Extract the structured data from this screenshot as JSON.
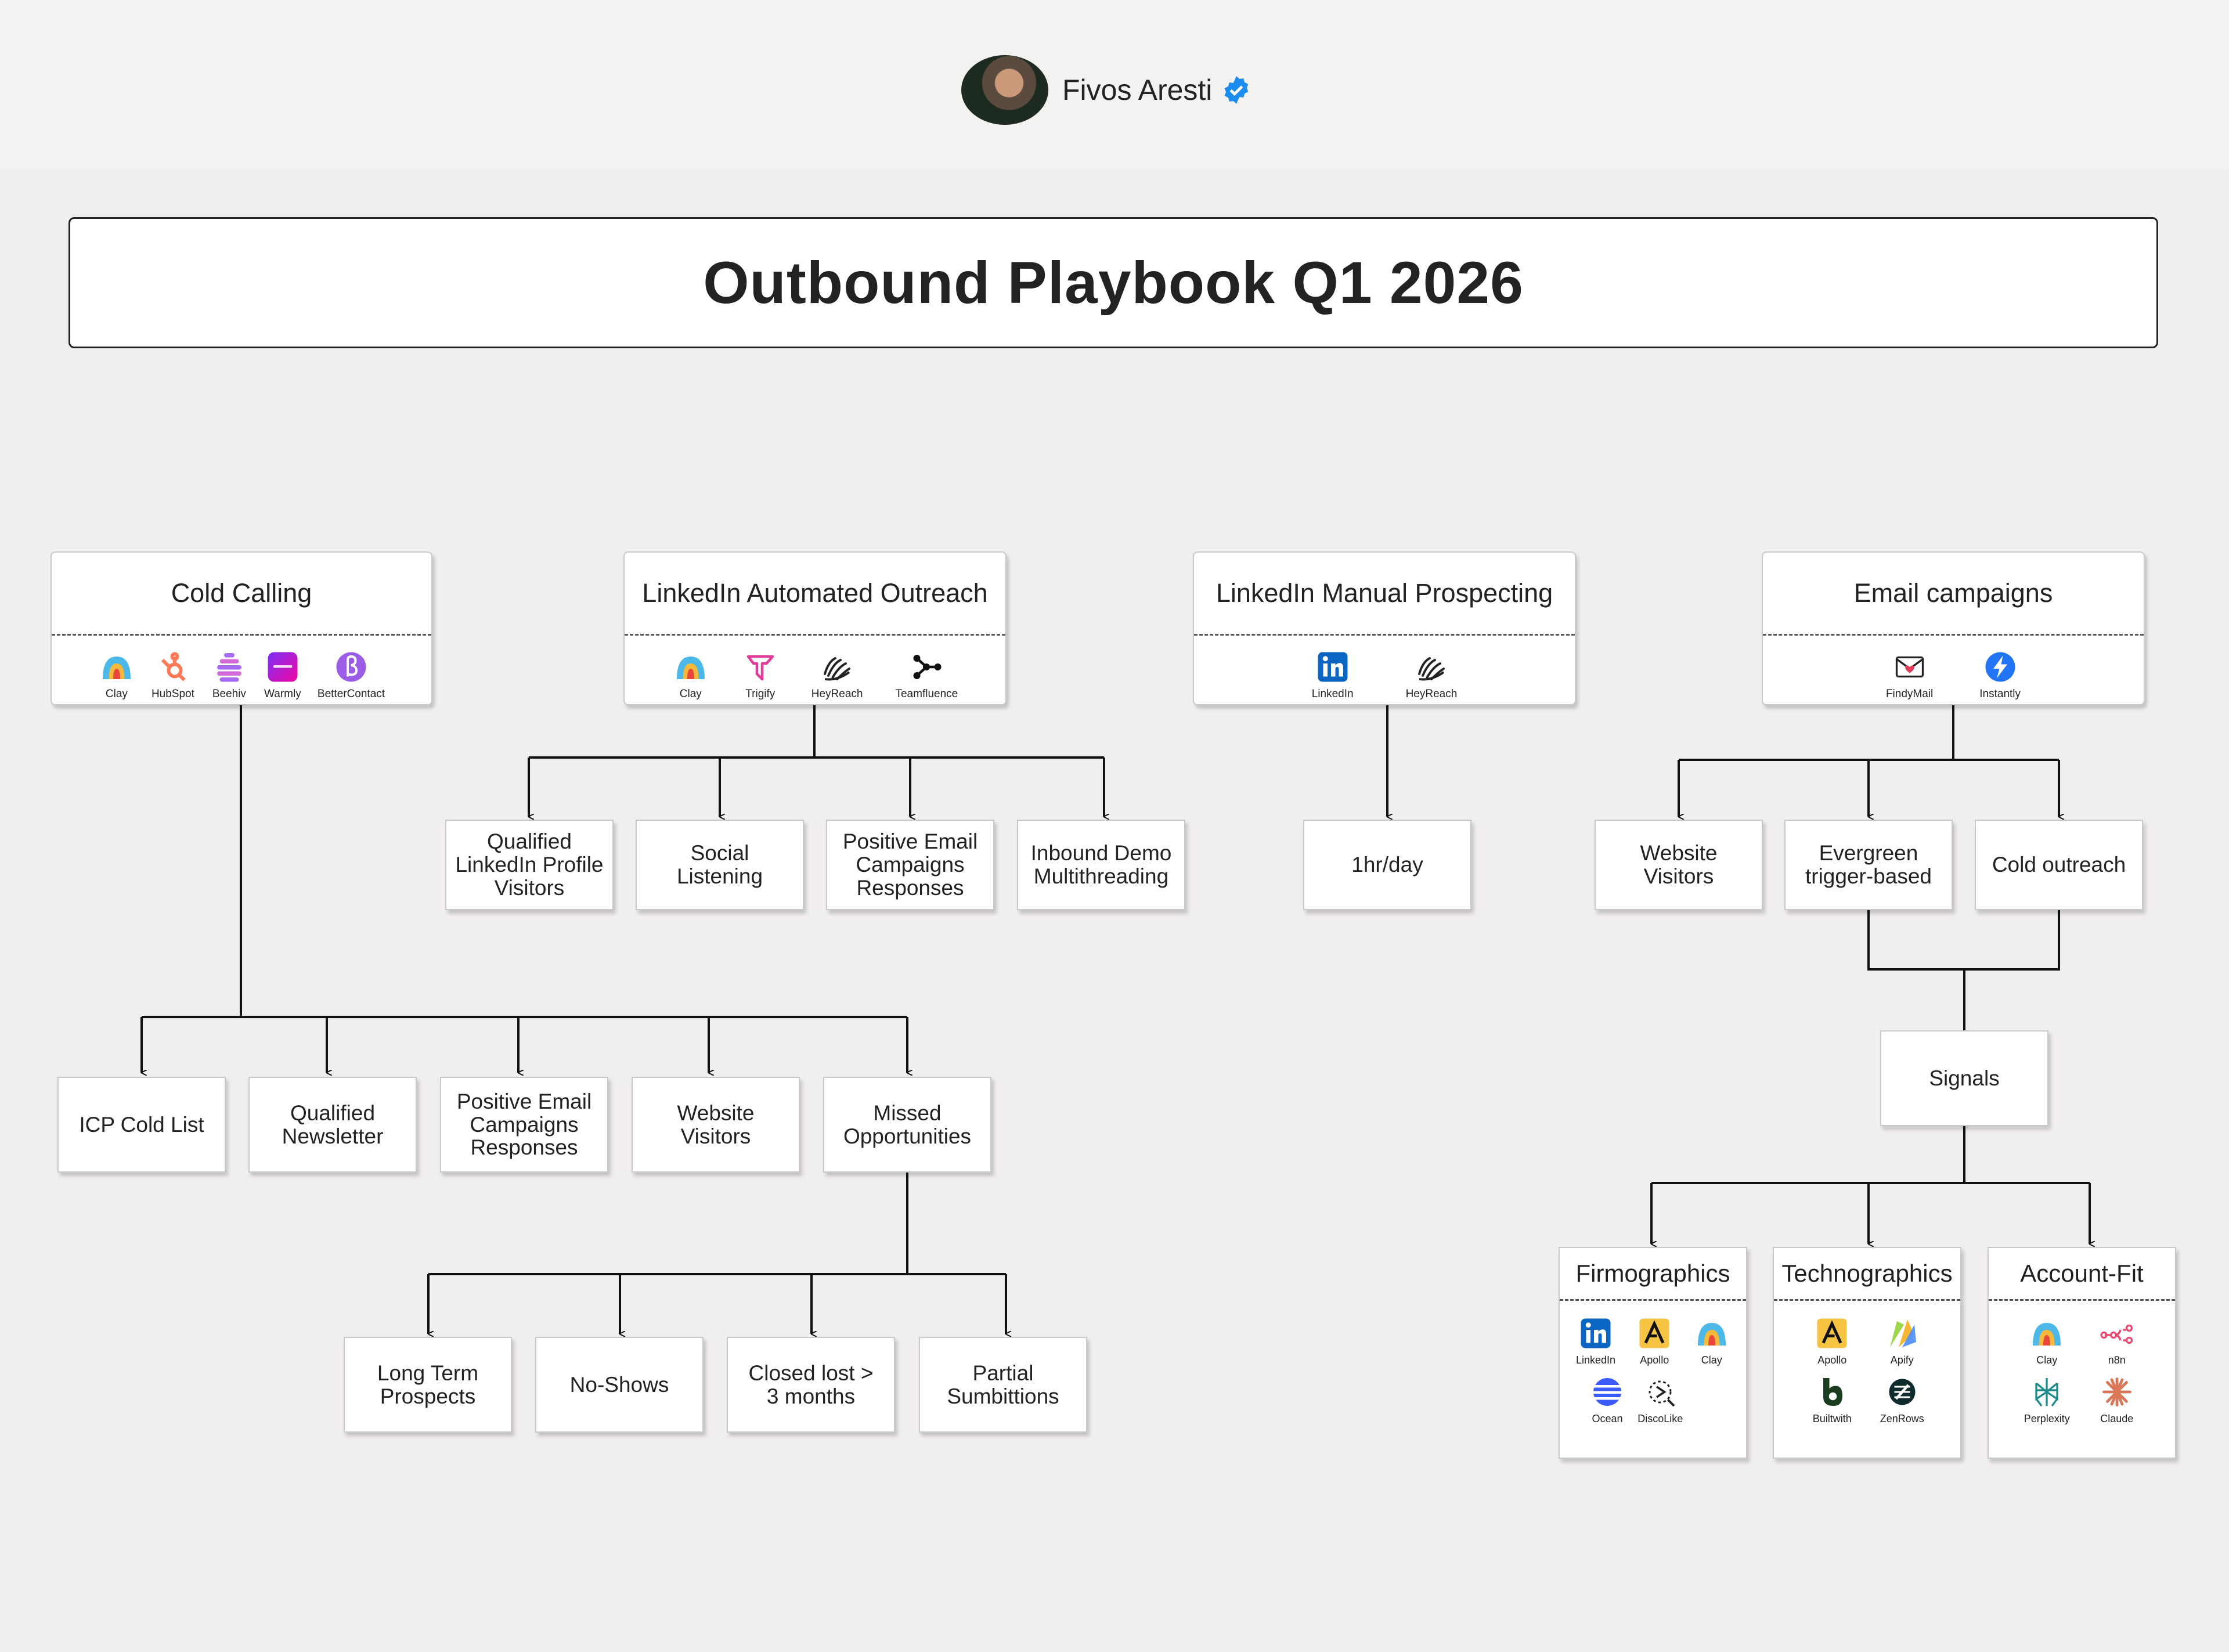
{
  "author": {
    "name": "Fivos Aresti"
  },
  "title": "Outbound Playbook Q1 2026",
  "branches": {
    "cold_calling": {
      "title": "Cold Calling",
      "tools": [
        "Clay",
        "HubSpot",
        "Beehiv",
        "Warmly",
        "BetterContact"
      ],
      "children": [
        "ICP Cold List",
        "Qualified\nNewsletter",
        "Positive Email\nCampaigns\nResponses",
        "Website\nVisitors",
        "Missed\nOpportunities"
      ],
      "missed_children": [
        "Long Term\nProspects",
        "No-Shows",
        "Closed lost >\n3 months",
        "Partial\nSumbittions"
      ]
    },
    "linkedin_automated": {
      "title": "LinkedIn Automated Outreach",
      "tools": [
        "Clay",
        "Trigify",
        "HeyReach",
        "Teamfluence"
      ],
      "children": [
        "Qualified\nLinkedIn Profile\nVisitors",
        "Social\nListening",
        "Positive Email\nCampaigns\nResponses",
        "Inbound Demo\nMultithreading"
      ]
    },
    "linkedin_manual": {
      "title": "LinkedIn Manual Prospecting",
      "tools": [
        "LinkedIn",
        "HeyReach"
      ],
      "children": [
        "1hr/day"
      ]
    },
    "email_campaigns": {
      "title": "Email campaigns",
      "tools": [
        "FindyMail",
        "Instantly"
      ],
      "children": [
        "Website\nVisitors",
        "Evergreen\ntrigger-based",
        "Cold outreach"
      ],
      "signals": "Signals",
      "signal_groups": [
        {
          "title": "Firmographics",
          "tools": [
            "LinkedIn",
            "Apollo",
            "Clay",
            "Ocean",
            "DiscoLike"
          ]
        },
        {
          "title": "Technographics",
          "tools": [
            "Apollo",
            "Apify",
            "Builtwith",
            "ZenRows"
          ]
        },
        {
          "title": "Account-Fit",
          "tools": [
            "Clay",
            "n8n",
            "Perplexity",
            "Claude"
          ]
        }
      ]
    }
  },
  "brand_colors": {
    "verified": "#1d8cf0",
    "linkedin": "#0a66c2",
    "hubspot": "#ff7a59",
    "instantly": "#2174f3",
    "apollo": "#f6c343",
    "claude": "#d97757"
  }
}
